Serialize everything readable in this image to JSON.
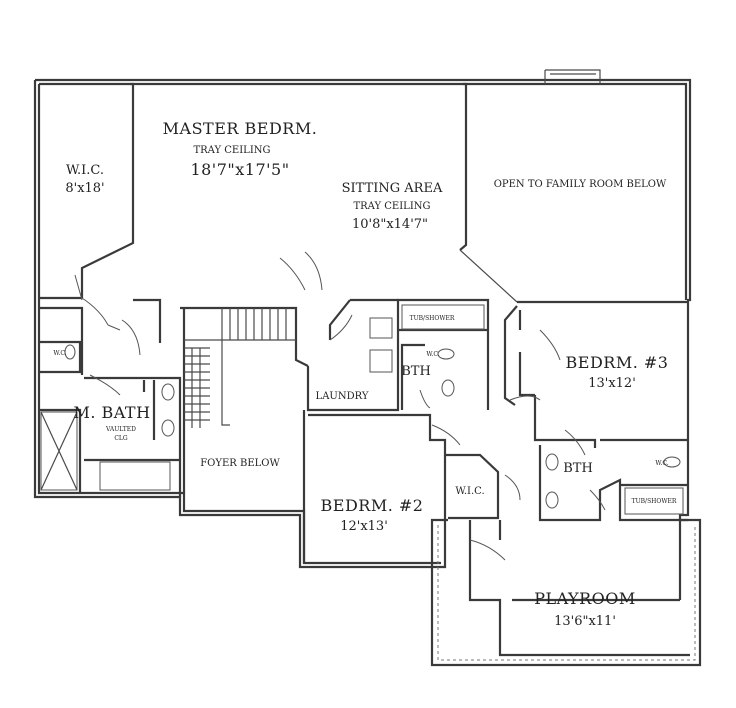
{
  "rooms": {
    "wic_master": {
      "name": "W.I.C.",
      "size": "8'x18'"
    },
    "master_bedroom": {
      "name": "MASTER BEDRM.",
      "note": "TRAY CEILING",
      "size": "18'7\"x17'5\""
    },
    "sitting_area": {
      "name": "SITTING AREA",
      "note": "TRAY CEILING",
      "size": "10'8\"x14'7\""
    },
    "open_to_family": {
      "name": "OPEN TO FAMILY ROOM BELOW"
    },
    "bedroom3": {
      "name": "BEDRM. #3",
      "size": "13'x12'"
    },
    "master_bath": {
      "name": "M. BATH",
      "note1": "VAULTED",
      "note2": "CLG"
    },
    "wc_master": {
      "name": "W.C."
    },
    "laundry": {
      "name": "LAUNDRY"
    },
    "bath_center": {
      "name": "BTH",
      "tub": "TUB/SHOWER",
      "wc": "W.C."
    },
    "foyer_below": {
      "name": "FOYER BELOW"
    },
    "bedroom2": {
      "name": "BEDRM. #2",
      "size": "12'x13'"
    },
    "wic_bed2": {
      "name": "W.I.C."
    },
    "bath_right": {
      "name": "BTH",
      "tub": "TUB/SHOWER",
      "wc": "W.C."
    },
    "playroom": {
      "name": "PLAYROOM",
      "size": "13'6\"x11'"
    }
  },
  "colors": {
    "line": "#3a3a3a",
    "paper": "#ffffff"
  }
}
